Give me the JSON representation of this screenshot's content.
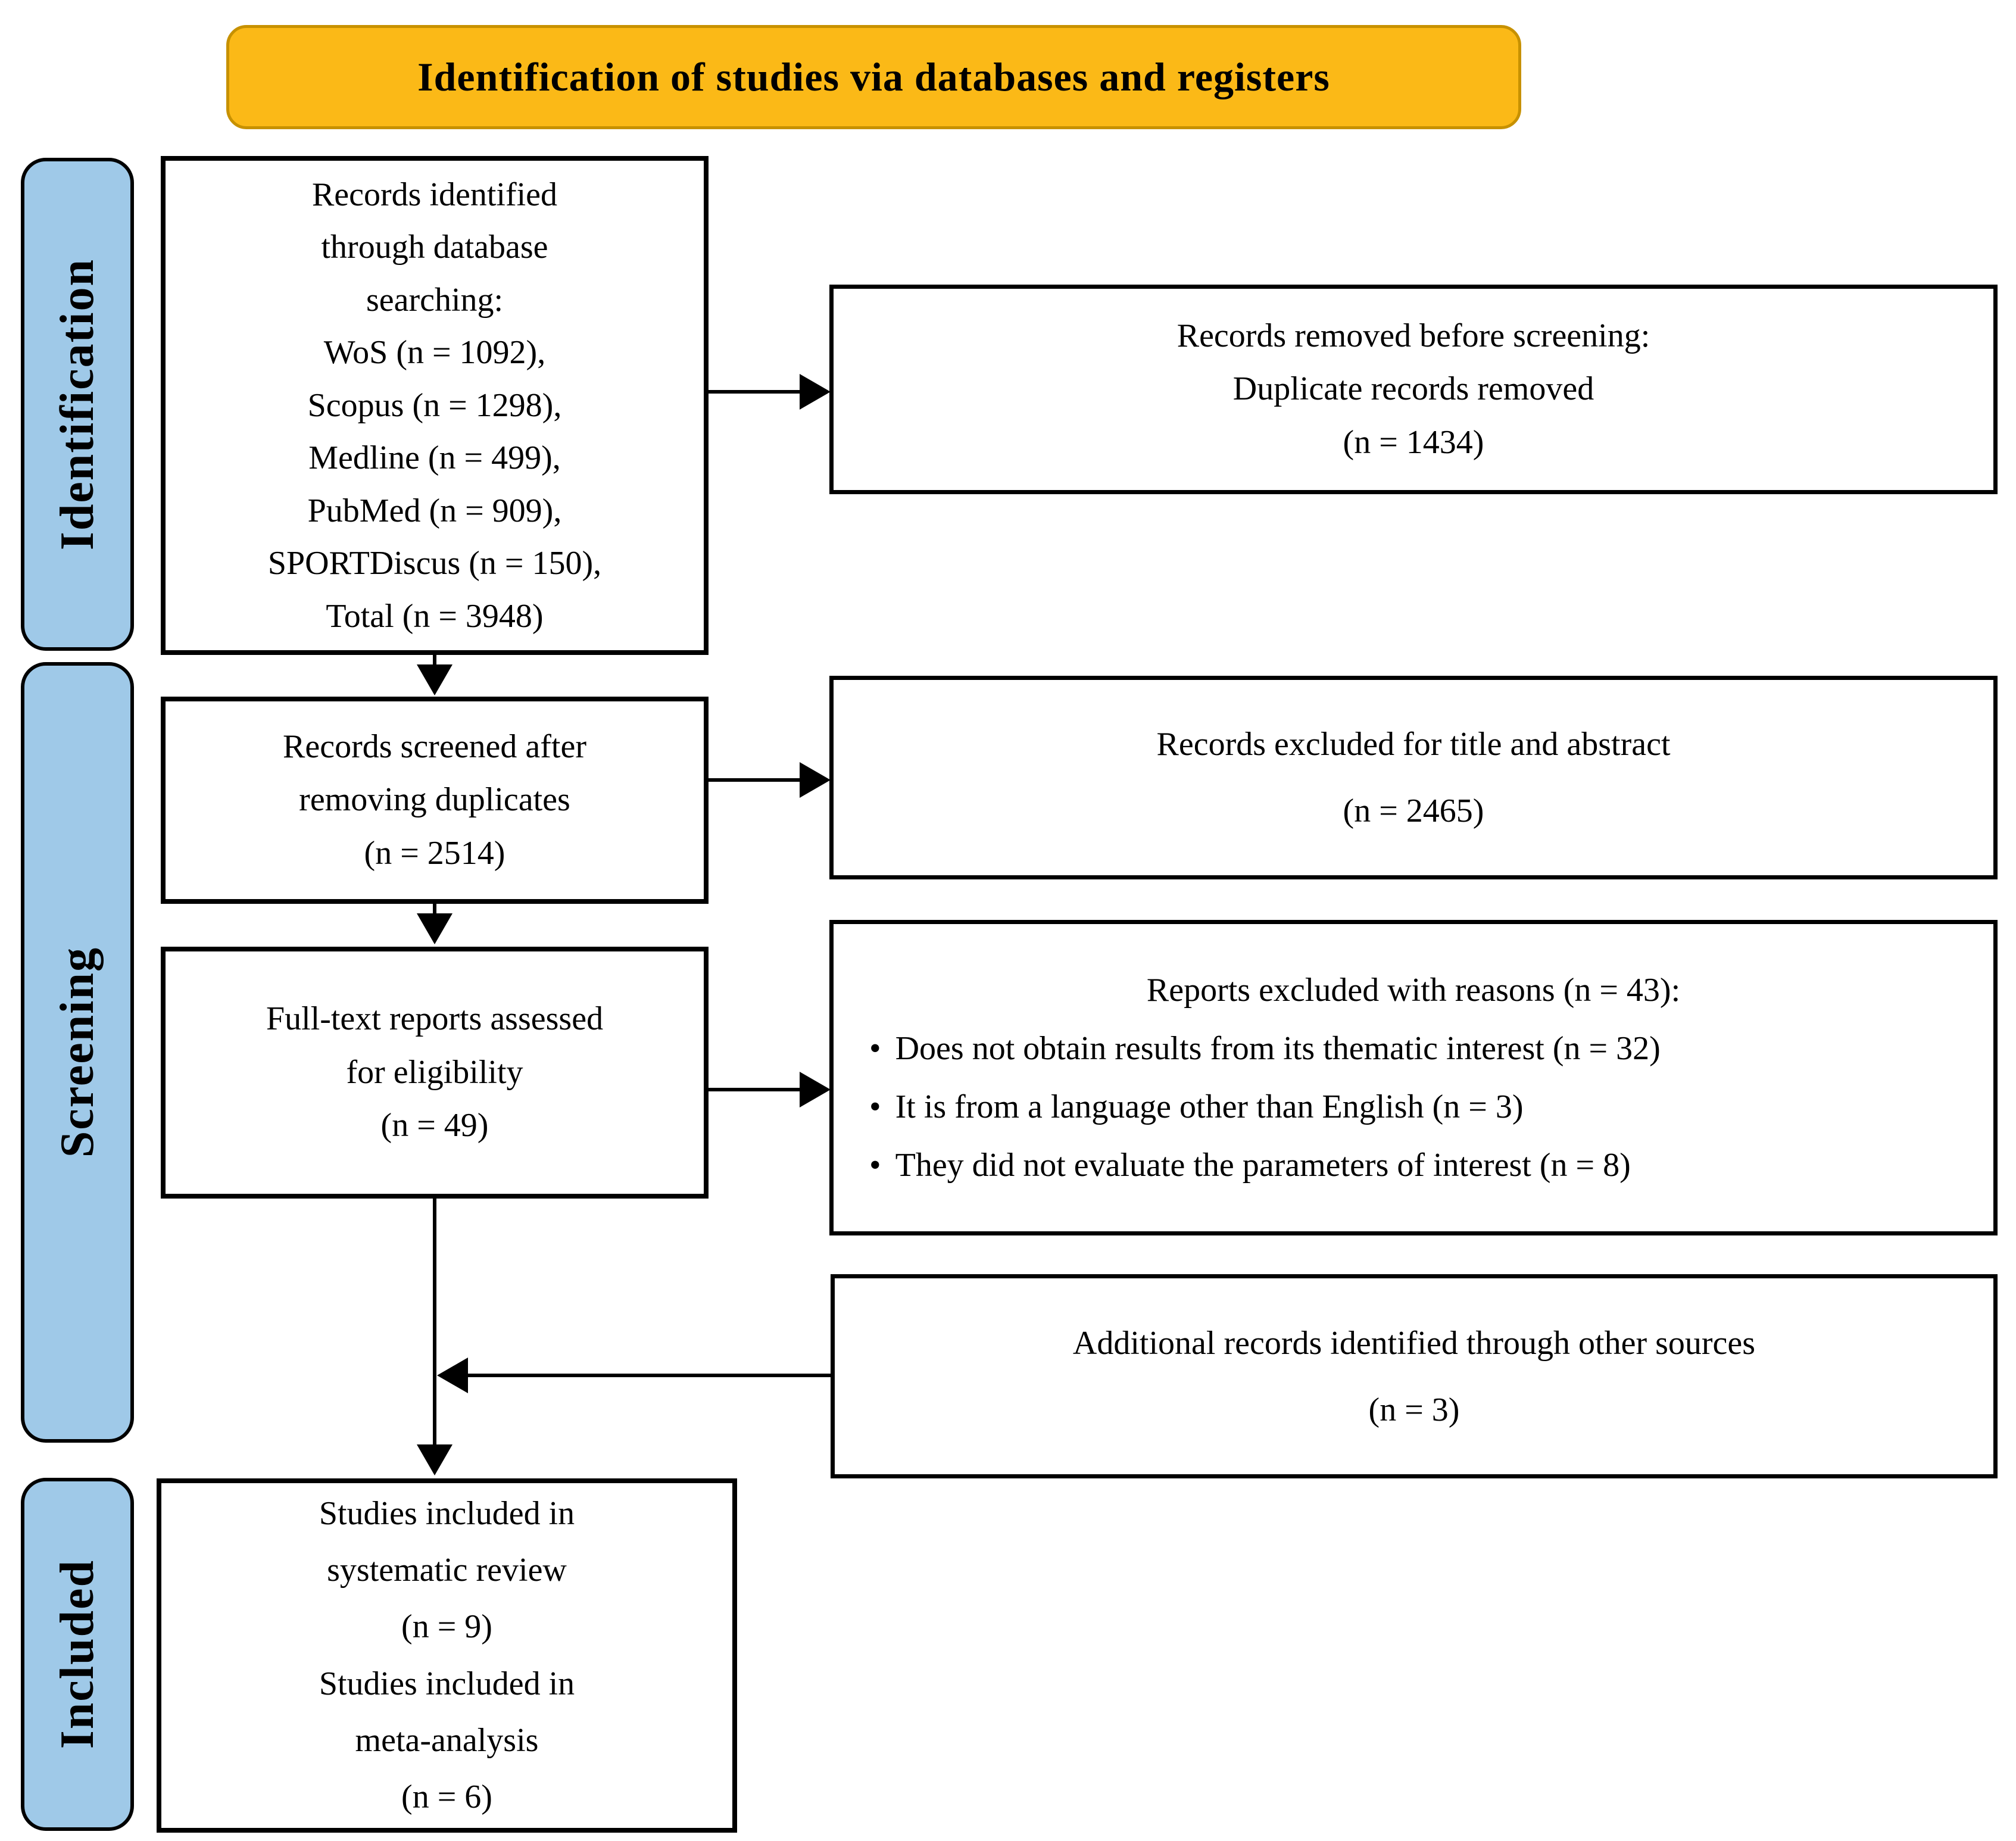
{
  "title": "Identification of studies via databases and registers",
  "stages": {
    "identification": "Identification",
    "screening": "Screening",
    "included": "Included"
  },
  "boxes": {
    "records_identified": {
      "lines": [
        "Records identified",
        "through database",
        "searching:",
        "WoS (n = 1092),",
        "Scopus (n = 1298),",
        "Medline (n = 499),",
        "PubMed (n = 909),",
        "SPORTDiscus (n = 150),",
        "Total (n = 3948)"
      ]
    },
    "records_screened": {
      "lines": [
        "Records screened after",
        "removing duplicates",
        "(n = 2514)"
      ]
    },
    "fulltext_assessed": {
      "lines": [
        "Full-text reports assessed",
        "for eligibility",
        "(n = 49)"
      ]
    },
    "studies_included": {
      "lines": [
        "Studies included in",
        "systematic review",
        "(n = 9)",
        "Studies included in",
        "meta-analysis",
        "(n = 6)"
      ]
    },
    "records_removed": {
      "lines": [
        "Records removed before screening:",
        "Duplicate records removed",
        "(n = 1434)"
      ]
    },
    "records_excluded": {
      "lines": [
        "Records excluded for title and abstract",
        "(n = 2465)"
      ]
    },
    "reports_excluded": {
      "header": "Reports excluded with reasons (n = 43):",
      "reasons": [
        "Does not obtain results from its thematic interest (n = 32)",
        "It is from a language other than English (n = 3)",
        "They did not evaluate the parameters of interest (n = 8)"
      ]
    },
    "additional_records": {
      "lines": [
        "Additional records identified through other sources",
        "(n = 3)"
      ]
    }
  },
  "colors": {
    "banner_fill": "#FBB917",
    "banner_border": "#C79100",
    "stage_fill": "#9FC9E8",
    "line": "#000000"
  }
}
